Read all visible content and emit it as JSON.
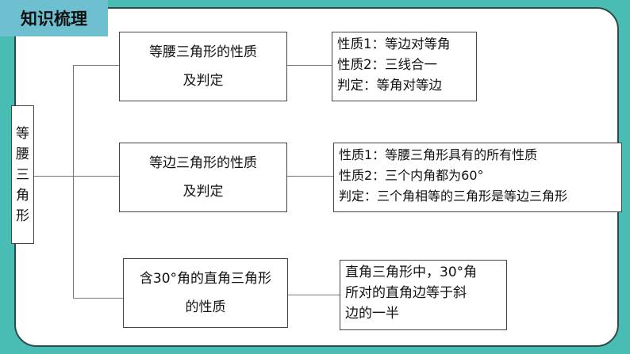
{
  "title": "知识梳理",
  "root": [
    "等",
    "腰",
    "三",
    "角",
    "形"
  ],
  "branches": [
    {
      "name": [
        "等腰三角形的性质",
        "及判定"
      ],
      "details": [
        "性质1：等边对等角",
        "性质2：三线合一",
        "判定：等角对等边"
      ]
    },
    {
      "name": [
        "等边三角形的性质",
        "及判定"
      ],
      "details": [
        "性质1：等腰三角形具有的所有性质",
        "性质2：三个内角都为60°",
        "判定：三个角相等的三角形是等边三角形"
      ]
    },
    {
      "name": [
        "含30°角的直角三角形",
        "的性质"
      ],
      "details": [
        "直角三角形中，30°角",
        "所对的直角边等于斜",
        "边的一半"
      ]
    }
  ]
}
